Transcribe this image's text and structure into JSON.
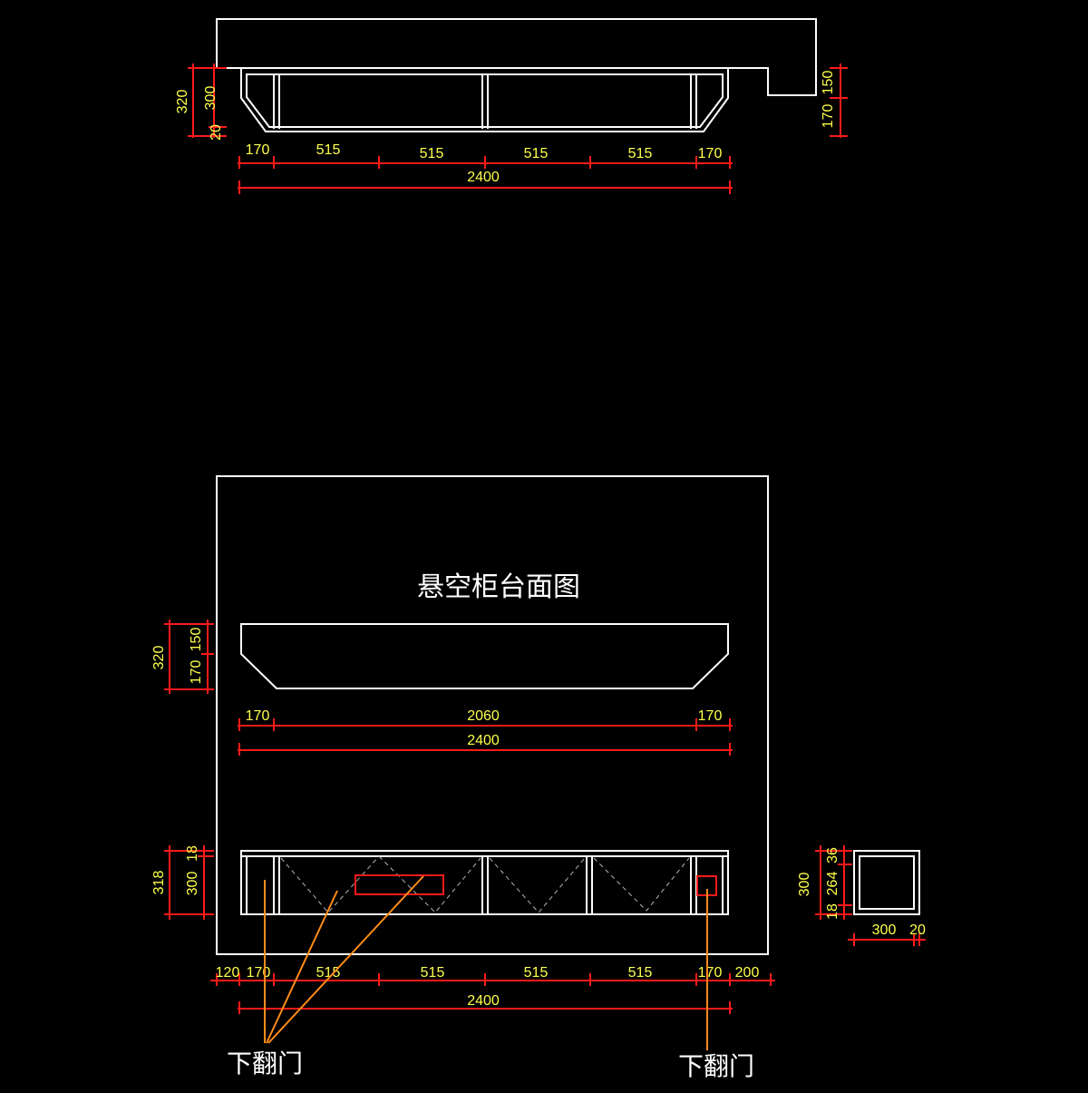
{
  "colors": {
    "background": "#000000",
    "outline": "#ffffff",
    "dimension_line": "#ff1a1a",
    "dimension_text": "#ffff4d",
    "leader": "#ff8c1a",
    "hidden_line": "#b4b4b4"
  },
  "title": "悬空柜台面图",
  "door_labels": [
    "下翻门",
    "下翻门"
  ],
  "top_view": {
    "dims_left": [
      "320",
      "300",
      "20"
    ],
    "dims_right": [
      "150",
      "170"
    ],
    "dims_row": [
      "170",
      "515",
      "515",
      "515",
      "515",
      "170"
    ],
    "dim_total": "2400"
  },
  "plan_view": {
    "dims_left": [
      "320",
      "150",
      "170"
    ],
    "dims_row": [
      "170",
      "2060",
      "170"
    ],
    "dim_total": "2400"
  },
  "front_view": {
    "dims_left": [
      "318",
      "18",
      "300"
    ],
    "dims_row": [
      "120",
      "170",
      "515",
      "515",
      "515",
      "515",
      "170",
      "200"
    ],
    "dim_total": "2400"
  },
  "side_view": {
    "dims_left": [
      "300",
      "36",
      "264",
      "18"
    ],
    "dims_bottom": [
      "300",
      "20"
    ]
  }
}
